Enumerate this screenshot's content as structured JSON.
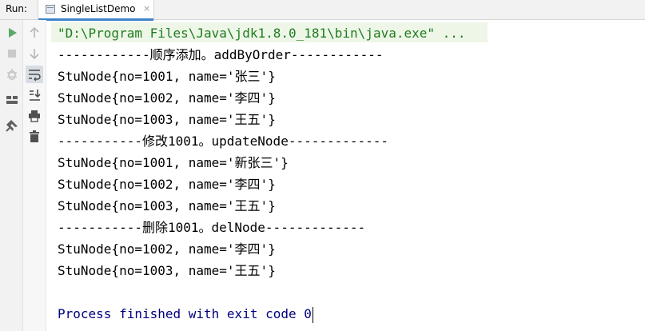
{
  "run_panel": {
    "label": "Run:",
    "tab": {
      "title": "SingleListDemo",
      "icon": "java-file-icon",
      "close": "×"
    }
  },
  "toolbar_left": [
    {
      "name": "rerun-icon",
      "color": "#59a869"
    },
    {
      "name": "stop-icon",
      "color": "#c9c9c9"
    },
    {
      "name": "debug-icon",
      "color": "#c9c9c9"
    },
    {
      "name": "layout-icon",
      "color": "#606060"
    },
    {
      "name": "pin-icon",
      "color": "#606060"
    }
  ],
  "toolbar_right": [
    {
      "name": "up-arrow-icon"
    },
    {
      "name": "down-arrow-icon"
    },
    {
      "name": "soft-wrap-icon"
    },
    {
      "name": "scroll-to-end-icon"
    },
    {
      "name": "print-icon"
    },
    {
      "name": "trash-icon"
    }
  ],
  "console": {
    "command": "\"D:\\Program Files\\Java\\jdk1.8.0_181\\bin\\java.exe\" ...",
    "lines": [
      "------------顺序添加。addByOrder------------",
      "StuNode{no=1001, name='张三'}",
      "StuNode{no=1002, name='李四'}",
      "StuNode{no=1003, name='王五'}",
      "-----------修改1001。updateNode-------------",
      "StuNode{no=1001, name='新张三'}",
      "StuNode{no=1002, name='李四'}",
      "StuNode{no=1003, name='王五'}",
      "-----------删除1001。delNode-------------",
      "StuNode{no=1002, name='李四'}",
      "StuNode{no=1003, name='王五'}"
    ],
    "exit_message": "Process finished with exit code 0"
  },
  "colors": {
    "command_text": "#1f7d1f",
    "command_bg": "#eef6e8",
    "process_text": "#000080",
    "tab_underline": "#4083c9"
  }
}
